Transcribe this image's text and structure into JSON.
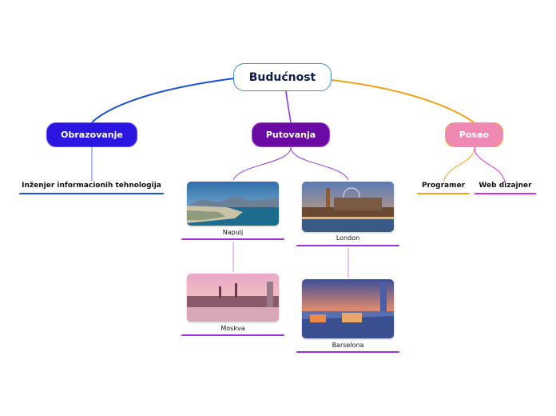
{
  "root": {
    "label": "Budućnost"
  },
  "branches": {
    "obrazovanje": {
      "label": "Obrazovanje",
      "children": [
        {
          "label": "Inženjer informacionih tehnologija"
        }
      ]
    },
    "putovanja": {
      "label": "Putovanja",
      "children": [
        {
          "label": "Napulj",
          "image": "city-photo-bay"
        },
        {
          "label": "London",
          "image": "city-photo-bridge-skyline"
        },
        {
          "label": "Moskva",
          "image": "city-photo-river-sunset"
        },
        {
          "label": "Barselona",
          "image": "city-photo-park-sunset"
        }
      ]
    },
    "posao": {
      "label": "Posao",
      "children": [
        {
          "label": "Programer"
        },
        {
          "label": "Web dizajner"
        }
      ]
    }
  },
  "colors": {
    "blue": "#1a4fd6",
    "purple": "#8a2be2",
    "purple_leaf": "#9b30e0",
    "orange": "#f5a11a",
    "magenta": "#e02adf"
  }
}
